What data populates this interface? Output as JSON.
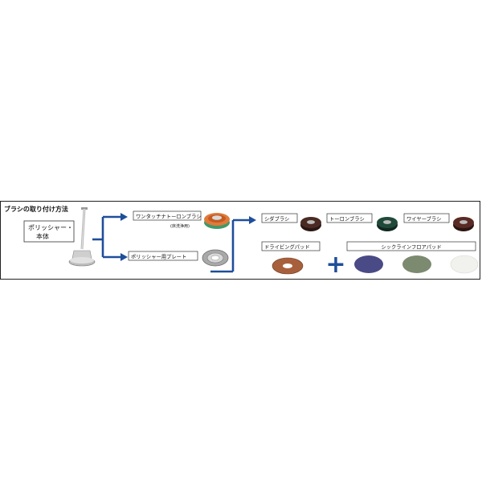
{
  "title": "ブラシの取り付け方法",
  "machine": {
    "label_line1": "ポリッシャー・",
    "label_line2": "本体"
  },
  "branch_upper": {
    "label": "ワンタッチナトーロンブラシ",
    "note": "(床洗浄用)"
  },
  "branch_lower": {
    "label": "ポリッシャー用プレート"
  },
  "brushes": [
    {
      "label": "シダブラシ",
      "color": "#4a2a22"
    },
    {
      "label": "トーロンブラシ",
      "color": "#1f4a3a"
    },
    {
      "label": "ワイヤーブラシ",
      "color": "#5a2a24"
    }
  ],
  "driving_pad": {
    "label": "ドライビングパッド",
    "color": "#a8603c"
  },
  "plus_symbol": "+",
  "floor_pads": {
    "label": "シックラインフロアパッド",
    "colors": [
      "#4a4a86",
      "#7c8a70",
      "#f1f1ee"
    ]
  },
  "colors": {
    "arrow": "#1f4e9a",
    "plus": "#1f4e9a",
    "frame": "#222222"
  }
}
